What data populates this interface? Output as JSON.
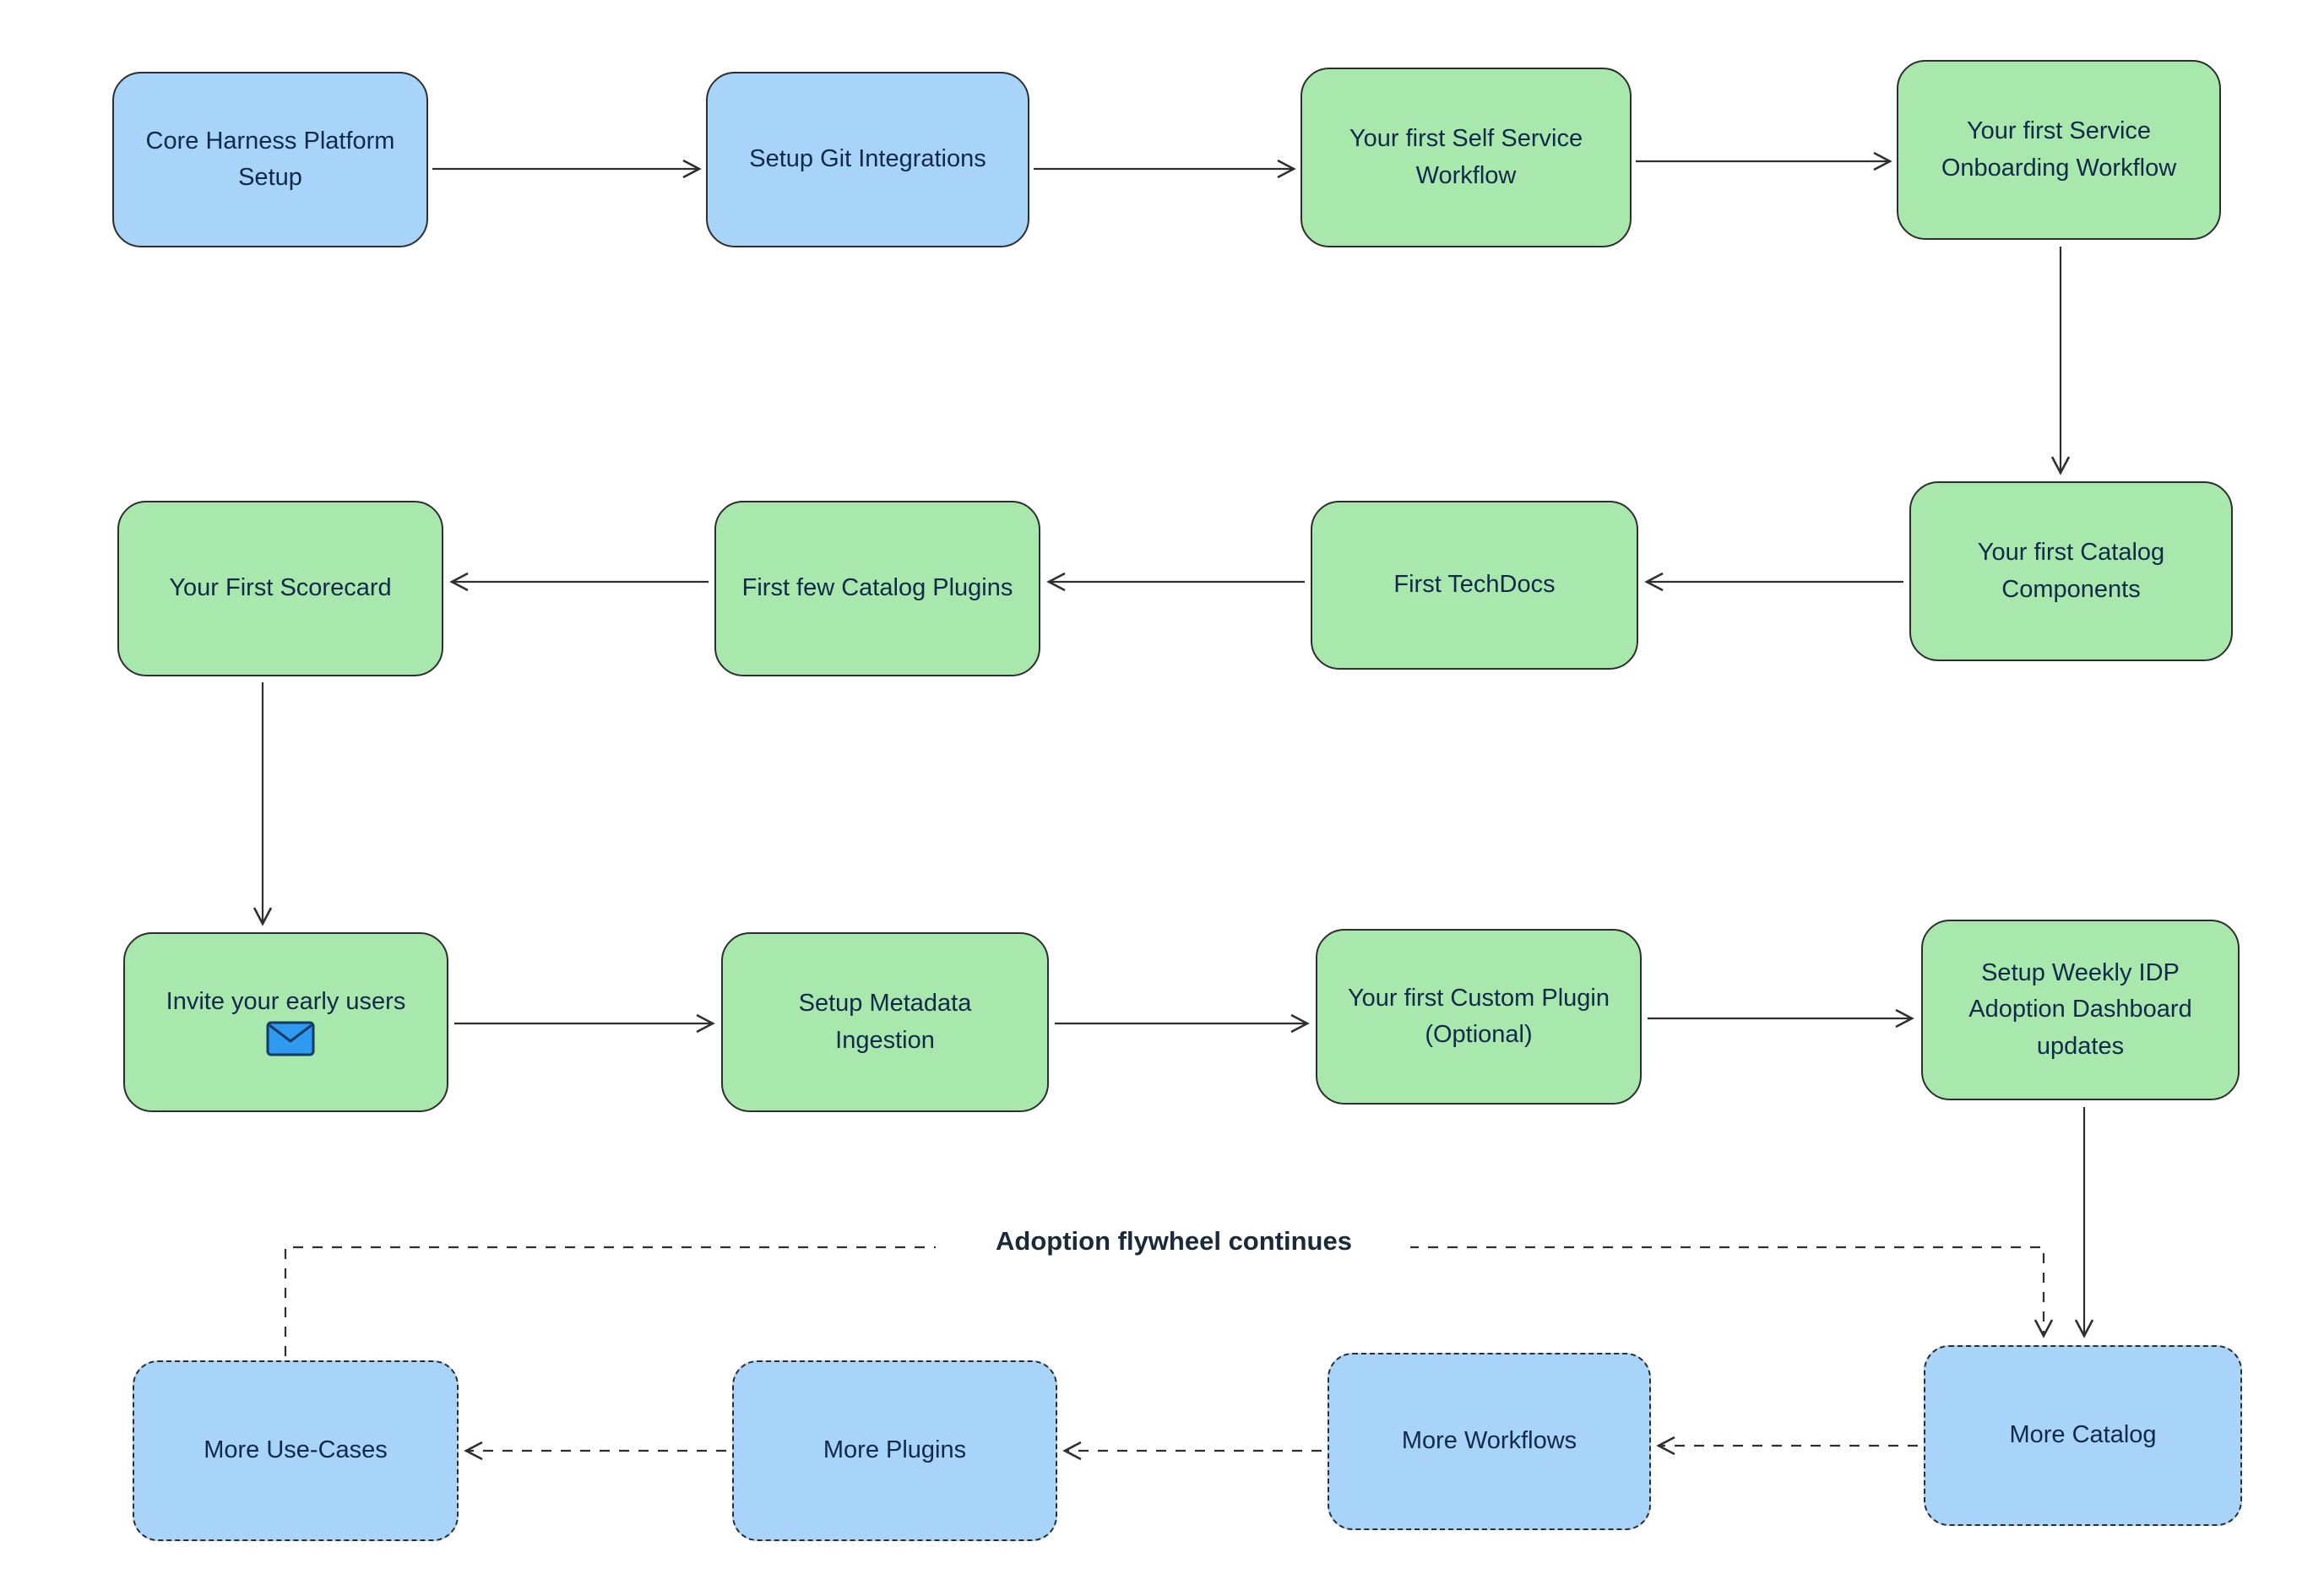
{
  "colors": {
    "node_blue": "#A7D4F8",
    "node_green": "#A9E8AD",
    "text": "#11294A",
    "arrow": "#2F2F2F",
    "envelope_blue": "#2E9BF0"
  },
  "flywheel_label": "Adoption flywheel continues",
  "nodes": {
    "core_harness": {
      "label": "Core Harness Platform Setup",
      "style": "blue-solid"
    },
    "git_integrations": {
      "label": "Setup Git Integrations",
      "style": "blue-solid"
    },
    "self_service_workflow": {
      "label": "Your first Self Service Workflow",
      "style": "green-solid"
    },
    "service_onboarding": {
      "label": "Your first Service Onboarding Workflow",
      "style": "green-solid"
    },
    "catalog_components": {
      "label": "Your first Catalog Components",
      "style": "green-solid"
    },
    "first_techdocs": {
      "label": "First TechDocs",
      "style": "green-solid"
    },
    "catalog_plugins": {
      "label": "First few Catalog Plugins",
      "style": "green-solid"
    },
    "first_scorecard": {
      "label": "Your First Scorecard",
      "style": "green-solid"
    },
    "invite_users": {
      "label": "Invite your early users",
      "icon": "envelope-icon",
      "style": "green-solid"
    },
    "metadata_ingestion": {
      "label": "Setup Metadata Ingestion",
      "style": "green-solid"
    },
    "custom_plugin": {
      "label": "Your first Custom Plugin (Optional)",
      "style": "green-solid"
    },
    "dashboard_updates": {
      "label": "Setup Weekly IDP Adoption Dashboard updates",
      "style": "green-solid"
    },
    "more_use_cases": {
      "label": "More Use-Cases",
      "style": "blue-dashed"
    },
    "more_plugins": {
      "label": "More Plugins",
      "style": "blue-dashed"
    },
    "more_workflows": {
      "label": "More Workflows",
      "style": "blue-dashed"
    },
    "more_catalog": {
      "label": "More Catalog",
      "style": "blue-dashed"
    }
  },
  "edges": [
    {
      "from": "core_harness",
      "to": "git_integrations",
      "style": "solid"
    },
    {
      "from": "git_integrations",
      "to": "self_service_workflow",
      "style": "solid"
    },
    {
      "from": "self_service_workflow",
      "to": "service_onboarding",
      "style": "solid"
    },
    {
      "from": "service_onboarding",
      "to": "catalog_components",
      "style": "solid"
    },
    {
      "from": "catalog_components",
      "to": "first_techdocs",
      "style": "solid"
    },
    {
      "from": "first_techdocs",
      "to": "catalog_plugins",
      "style": "solid"
    },
    {
      "from": "catalog_plugins",
      "to": "first_scorecard",
      "style": "solid"
    },
    {
      "from": "first_scorecard",
      "to": "invite_users",
      "style": "solid"
    },
    {
      "from": "invite_users",
      "to": "metadata_ingestion",
      "style": "solid"
    },
    {
      "from": "metadata_ingestion",
      "to": "custom_plugin",
      "style": "solid"
    },
    {
      "from": "custom_plugin",
      "to": "dashboard_updates",
      "style": "solid"
    },
    {
      "from": "dashboard_updates",
      "to": "more_catalog",
      "style": "solid"
    },
    {
      "from": "more_catalog",
      "to": "more_workflows",
      "style": "dashed"
    },
    {
      "from": "more_workflows",
      "to": "more_plugins",
      "style": "dashed"
    },
    {
      "from": "more_plugins",
      "to": "more_use_cases",
      "style": "dashed"
    },
    {
      "from": "more_use_cases",
      "to": "more_catalog",
      "style": "dashed",
      "label": "Adoption flywheel continues"
    }
  ]
}
